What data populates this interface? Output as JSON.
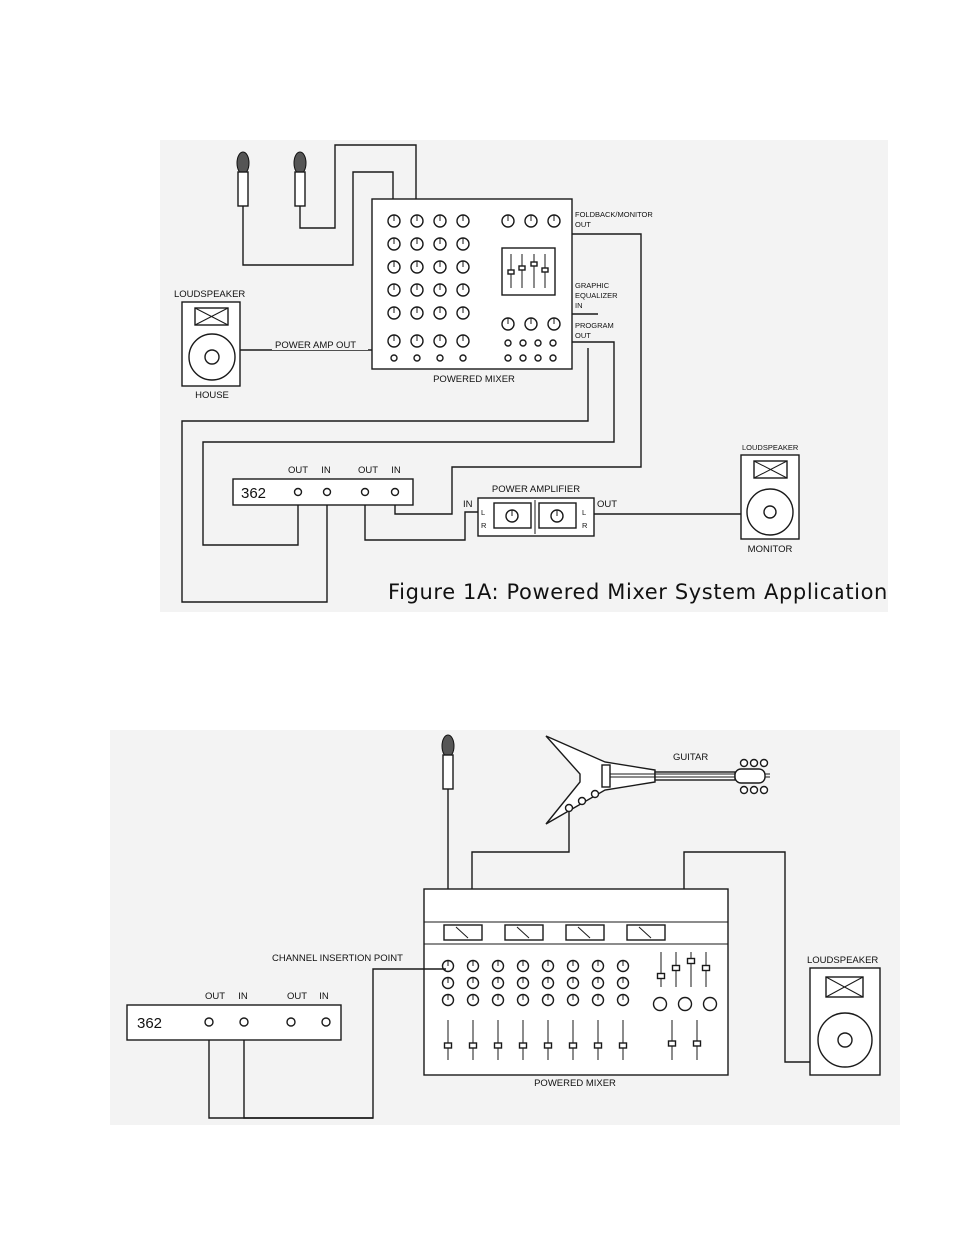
{
  "figure_a": {
    "caption": "Figure 1A: Powered Mixer System Application",
    "foldback_out_1": "FOLDBACK/MONITOR",
    "foldback_out_2": "OUT",
    "geq_in_1": "GRAPHIC",
    "geq_in_2": "EQUALIZER",
    "geq_in_3": "IN",
    "program_out_1": "PROGRAM",
    "program_out_2": "OUT",
    "mixer_label": "POWERED MIXER",
    "house_speaker_label": "LOUDSPEAKER",
    "house_label": "HOUSE",
    "power_amp_out": "POWER AMP OUT",
    "unit_label": "362",
    "jack_out_1": "OUT",
    "jack_in_1": "IN",
    "jack_out_2": "OUT",
    "jack_in_2": "IN",
    "amp_label": "POWER AMPLIFIER",
    "amp_in": "IN",
    "amp_out": "OUT",
    "amp_l1": "L",
    "amp_r1": "R",
    "amp_l2": "L",
    "amp_r2": "R",
    "monitor_speaker_label": "LOUDSPEAKER",
    "monitor_label": "MONITOR"
  },
  "figure_b": {
    "guitar_label": "GUITAR",
    "insertion_label": "CHANNEL INSERTION POINT",
    "speaker_label": "LOUDSPEAKER",
    "mixer_label": "POWERED MIXER",
    "unit_label": "362",
    "jack_out_1": "OUT",
    "jack_in_1": "IN",
    "jack_out_2": "OUT",
    "jack_in_2": "IN"
  }
}
